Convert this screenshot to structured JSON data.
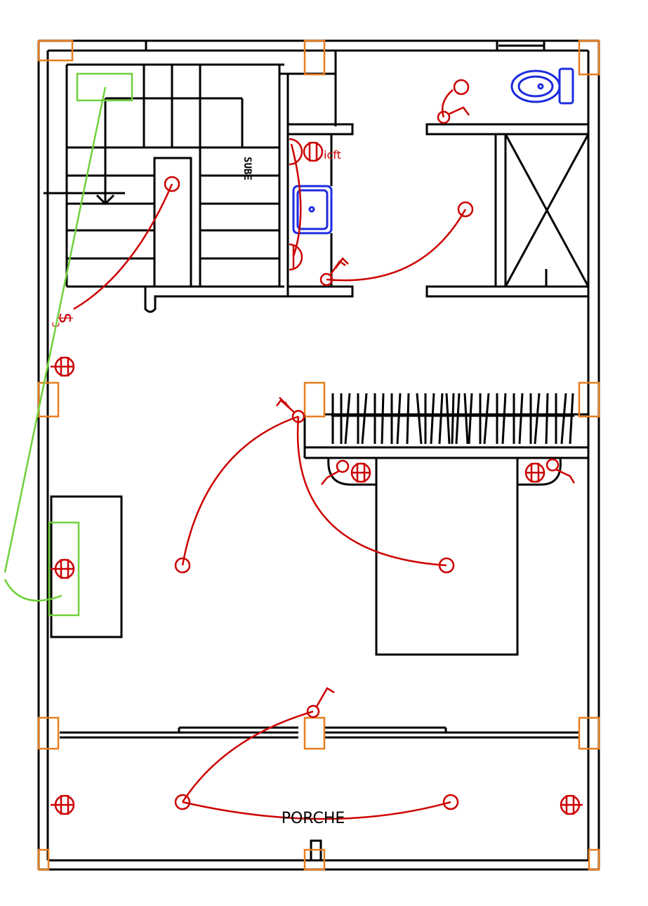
{
  "labels": {
    "porche": "PORCHE",
    "sube": "SUBE",
    "gfci": "icft",
    "switch_symbol": "$",
    "switch_subscript": "3"
  },
  "colors": {
    "walls": "#000000",
    "columns": "#e87d1e",
    "electrical": "#cc0000",
    "plumbing_fixtures": "#1d2be0",
    "annotation_green": "#6fd13a"
  }
}
